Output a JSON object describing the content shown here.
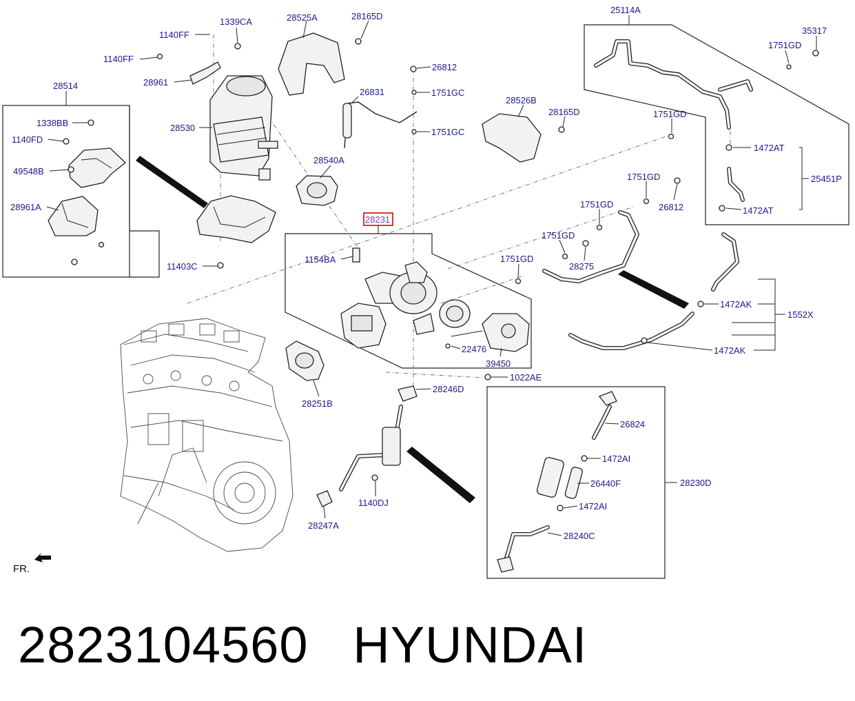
{
  "footer": {
    "part_number": "2823104560",
    "brand": "HYUNDAI"
  },
  "orientation": {
    "front_label": "FR."
  },
  "highlighted_part": "28231",
  "labels": {
    "l_25114A": "25114A",
    "l_35317": "35317",
    "l_1751GD_a": "1751GD",
    "l_1751GD_b": "1751GD",
    "l_1751GD_c": "1751GD",
    "l_1751GD_d": "1751GD",
    "l_1751GD_e": "1751GD",
    "l_1751GD_f": "1751GD",
    "l_1472AT_a": "1472AT",
    "l_1472AT_b": "1472AT",
    "l_25451P": "25451P",
    "l_28525A": "28525A",
    "l_28165D_a": "28165D",
    "l_28165D_b": "28165D",
    "l_1140FF_a": "1140FF",
    "l_1140FF_b": "1140FF",
    "l_1339CA": "1339CA",
    "l_28961": "28961",
    "l_28514": "28514",
    "l_1338BB": "1338BB",
    "l_1140FD": "1140FD",
    "l_49548B": "49548B",
    "l_28961A": "28961A",
    "l_11403C": "11403C",
    "l_28530": "28530",
    "l_26812_a": "26812",
    "l_26812_b": "26812",
    "l_26831": "26831",
    "l_1751GC_a": "1751GC",
    "l_1751GC_b": "1751GC",
    "l_28526B": "28526B",
    "l_28540A": "28540A",
    "l_1154BA": "1154BA",
    "l_28275": "28275",
    "l_1472AK_a": "1472AK",
    "l_1472AK_b": "1472AK",
    "l_1552X": "1552X",
    "l_22476": "22476",
    "l_39450": "39450",
    "l_1022AE": "1022AE",
    "l_28246D": "28246D",
    "l_28251B": "28251B",
    "l_1140DJ": "1140DJ",
    "l_28247A": "28247A",
    "l_26824": "26824",
    "l_1472AI_a": "1472AI",
    "l_1472AI_b": "1472AI",
    "l_26440F": "26440F",
    "l_28230D": "28230D",
    "l_28240C": "28240C"
  }
}
